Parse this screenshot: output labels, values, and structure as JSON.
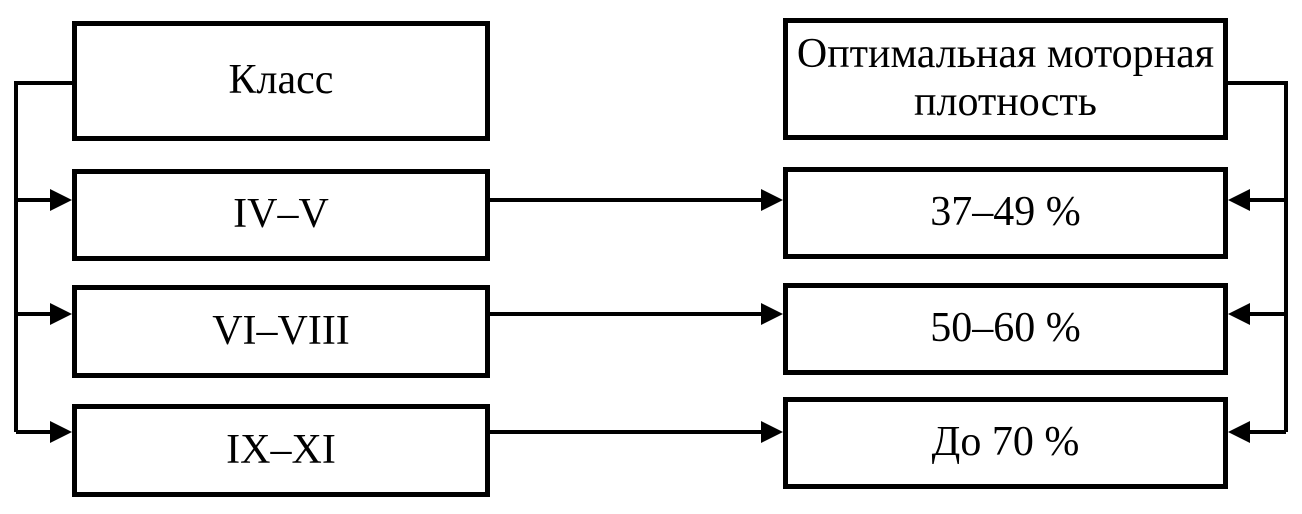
{
  "diagram": {
    "left_column": {
      "header": "Класс",
      "rows": [
        "IV–V",
        "VI–VIII",
        "IX–XI"
      ]
    },
    "right_column": {
      "header": "Оптимальная моторная плотность",
      "rows": [
        "37–49 %",
        "50–60 %",
        "До 70 %"
      ]
    },
    "colors": {
      "line": "#000000",
      "box_border": "#000000",
      "box_fill": "#ffffff",
      "background": "#ffffff",
      "text": "#000000"
    }
  }
}
